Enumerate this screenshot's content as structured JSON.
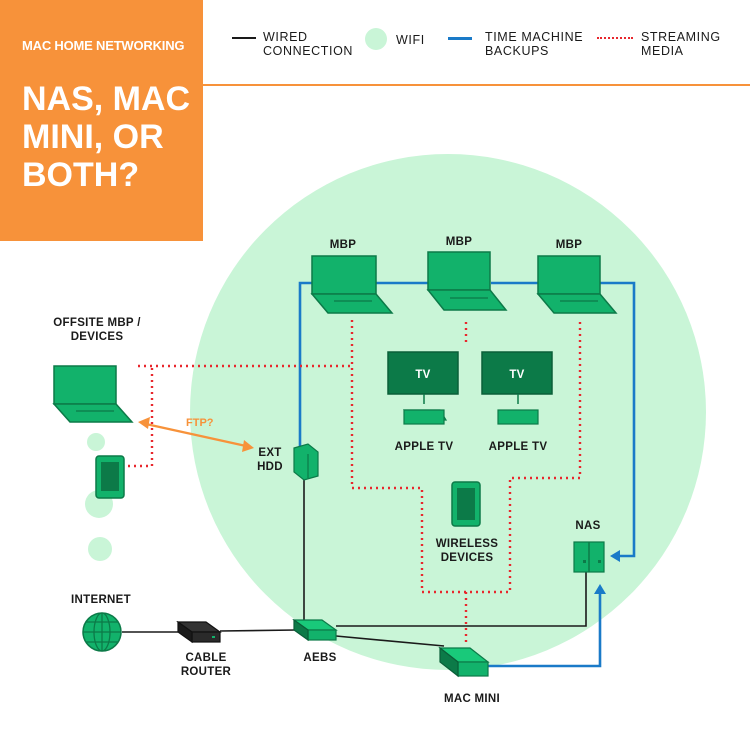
{
  "header": {
    "kicker": "MAC HOME NETWORKING",
    "headline": "NAS, MAC MINI, OR BOTH?"
  },
  "legend": {
    "wired": "WIRED\nCONNECTION",
    "wifi": "WIFI",
    "time_machine": "TIME MACHINE\nBACKUPS",
    "streaming": "STREAMING\nMEDIA"
  },
  "labels": {
    "mbp_1": "MBP",
    "mbp_2": "MBP",
    "mbp_3": "MBP",
    "offsite": "OFFSITE MBP /\nDEVICES",
    "tv_1": "TV",
    "tv_2": "TV",
    "apple_tv_1": "APPLE TV",
    "apple_tv_2": "APPLE TV",
    "ext_hdd": "EXT\nHDD",
    "ftp": "FTP?",
    "wireless": "WIRELESS\nDEVICES",
    "nas": "NAS",
    "internet": "INTERNET",
    "cable_router": "CABLE\nROUTER",
    "aebs": "AEBS",
    "mac_mini": "MAC MINI"
  },
  "colors": {
    "accent_orange": "#f7923a",
    "wifi_green": "#c9f5d7",
    "device_green": "#12b26b",
    "device_dark": "#0c7a48",
    "backup_blue": "#1a7ac8",
    "streaming_red": "#e8272d",
    "wired_black": "#1a1a1a"
  }
}
